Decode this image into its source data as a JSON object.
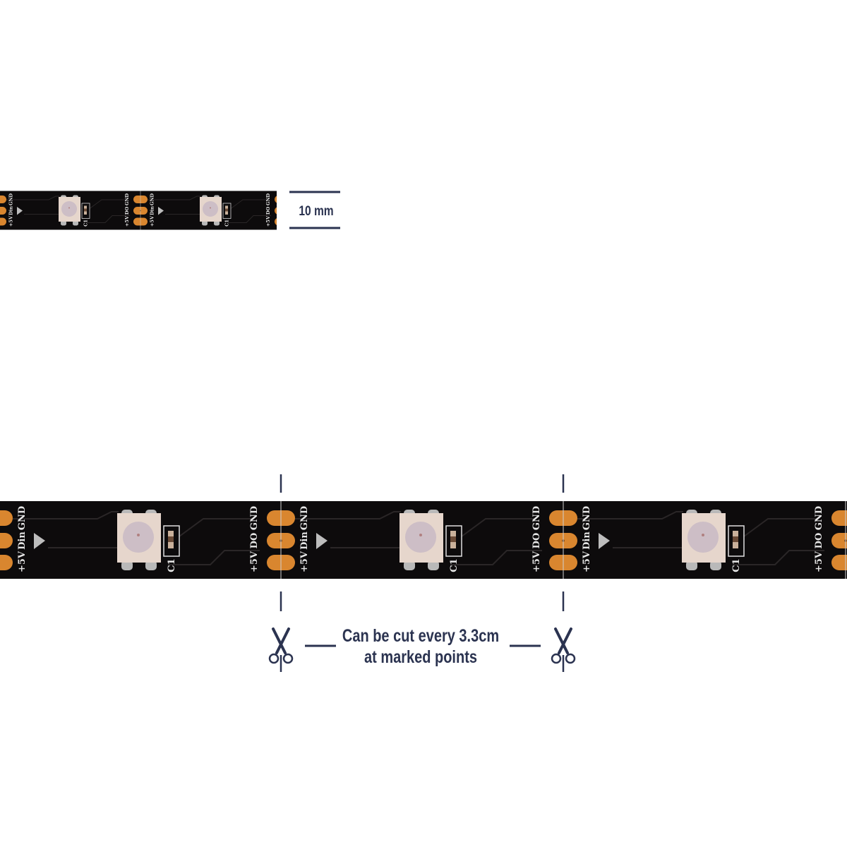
{
  "scale_label": "10 mm",
  "cut_note": {
    "line1": "Can be cut every 3.3cm",
    "line2": "at marked points"
  },
  "pcb_labels": {
    "input": [
      "+5V",
      "Din",
      "GND"
    ],
    "output": [
      "+5V",
      "DO",
      "GND"
    ],
    "capacitor": "C1"
  },
  "icons": [
    "scissors-icon",
    "input-arrow-icon"
  ],
  "colors": {
    "accent_text": "#2b3350",
    "pcb": "#0d0b0c",
    "pad": "#d9862f",
    "led": "#e6d6cc"
  }
}
